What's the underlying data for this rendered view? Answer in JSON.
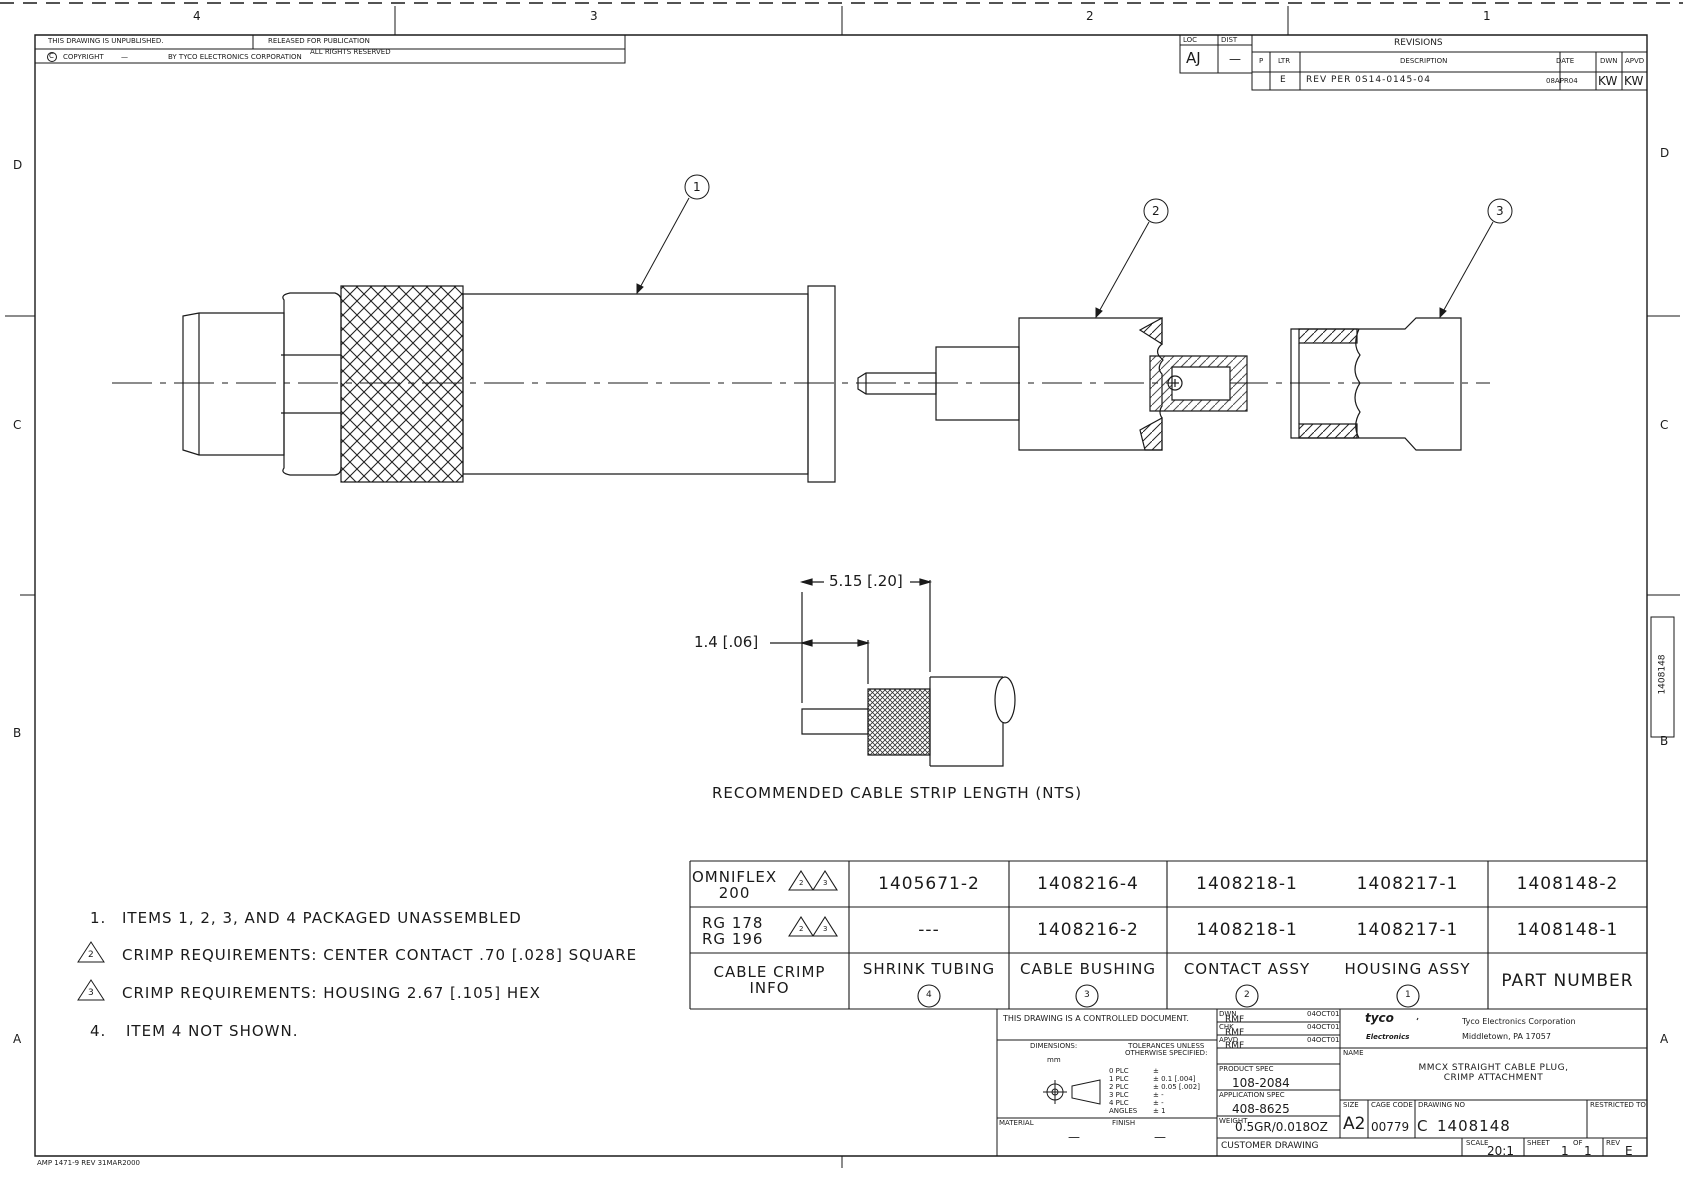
{
  "border": {
    "top_zones": [
      "4",
      "3",
      "2",
      "1"
    ],
    "side_zones_left": [
      "D",
      "C",
      "B",
      "A"
    ],
    "side_zones_right": [
      "D",
      "C",
      "B",
      "A"
    ]
  },
  "top_left_block": {
    "unpublished": "THIS DRAWING IS UNPUBLISHED.",
    "released": "RELEASED FOR PUBLICATION",
    "copyright": "COPYRIGHT",
    "dash": "—",
    "by": "BY TYCO ELECTRONICS CORPORATION",
    "rights": "ALL RIGHTS RESERVED"
  },
  "loc_dist": {
    "loc_label": "LOC",
    "loc_value": "AJ",
    "dist_label": "DIST",
    "dist_value": "—"
  },
  "revisions": {
    "title": "REVISIONS",
    "headers": {
      "p": "P",
      "ltr": "LTR",
      "desc": "DESCRIPTION",
      "date": "DATE",
      "dwn": "DWN",
      "apvd": "APVD"
    },
    "row": {
      "ltr": "E",
      "desc": "REV PER 0S14-0145-04",
      "date": "08APR04",
      "dwn": "KW",
      "apvd": "KW"
    }
  },
  "balloons": [
    "1",
    "2",
    "3"
  ],
  "strip_detail": {
    "dim1": "5.15 [.20]",
    "dim2": "1.4 [.06]",
    "caption": "RECOMMENDED CABLE STRIP LENGTH (NTS)"
  },
  "parts_table": {
    "rows": [
      {
        "cable": "OMNIFLEX\n200",
        "shrink": "1405671-2",
        "bushing": "1408216-4",
        "contact": "1408218-1",
        "housing": "1408217-1",
        "part": "1408148-2"
      },
      {
        "cable": "RG 178\nRG 196",
        "shrink": "---",
        "bushing": "1408216-2",
        "contact": "1408218-1",
        "housing": "1408217-1",
        "part": "1408148-1"
      }
    ],
    "header": {
      "cable": "CABLE CRIMP\nINFO",
      "shrink": "SHRINK TUBING",
      "bushing": "CABLE BUSHING",
      "contact": "CONTACT ASSY",
      "housing": "HOUSING ASSY",
      "part": "PART NUMBER"
    },
    "header_balloons": {
      "shrink": "4",
      "bushing": "3",
      "contact": "2",
      "housing": "1"
    },
    "flag_labels": [
      "2",
      "3"
    ]
  },
  "notes": [
    {
      "num": "1.",
      "text": "ITEMS 1, 2, 3, AND 4 PACKAGED UNASSEMBLED"
    },
    {
      "num": "2",
      "text": "CRIMP REQUIREMENTS: CENTER CONTACT .70 [.028] SQUARE"
    },
    {
      "num": "3",
      "text": "CRIMP REQUIREMENTS: HOUSING 2.67 [.105] HEX"
    },
    {
      "num": "4.",
      "text": "ITEM 4 NOT SHOWN."
    }
  ],
  "title_block": {
    "controlled": "THIS DRAWING IS A CONTROLLED DOCUMENT.",
    "dimensions": "DIMENSIONS:",
    "tolerances": "TOLERANCES UNLESS\nOTHERWISE SPECIFIED:",
    "units": "mm",
    "plc_labels": "0 PLC\n1 PLC\n2 PLC\n3 PLC\n4 PLC\nANGLES",
    "plc_values": "±\n± 0.1 [.004]\n± 0.05 [.002]\n± -\n± -\n± 1",
    "material_label": "MATERIAL",
    "material_value": "—",
    "finish_label": "FINISH",
    "finish_value": "—",
    "dwn_label": "DWN",
    "dwn_name": "RMF",
    "dwn_date": "04OCT01",
    "chk_label": "CHK",
    "chk_name": "RMF",
    "chk_date": "04OCT01",
    "apvd_label": "APVD",
    "apvd_name": "RMF",
    "apvd_date": "04OCT01",
    "product_spec_label": "PRODUCT SPEC",
    "product_spec": "108-2084",
    "application_spec_label": "APPLICATION SPEC",
    "application_spec": "408-8625",
    "weight_label": "WEIGHT",
    "weight": "0.5GR/0.018OZ",
    "customer_drawing": "CUSTOMER DRAWING",
    "logo_top": "tyco",
    "logo_bottom": "Electronics",
    "company": "Tyco Electronics Corporation",
    "city": "Middletown, PA  17057",
    "name_label": "NAME",
    "name": "MMCX STRAIGHT CABLE PLUG,\nCRIMP ATTACHMENT",
    "size_label": "SIZE",
    "size": "A2",
    "cage_label": "CAGE CODE",
    "cage": "00779",
    "dwg_label": "DRAWING NO",
    "dwg_prefix": "C",
    "dwg_number": "1408148",
    "restricted": "RESTRICTED TO",
    "scale_label": "SCALE",
    "scale": "20:1",
    "sheet_label": "SHEET",
    "sheet": "1",
    "of_label": "OF",
    "of": "1",
    "rev_label": "REV",
    "rev": "E"
  },
  "side_tab": "1408148",
  "footer": "AMP 1471-9 REV 31MAR2000"
}
